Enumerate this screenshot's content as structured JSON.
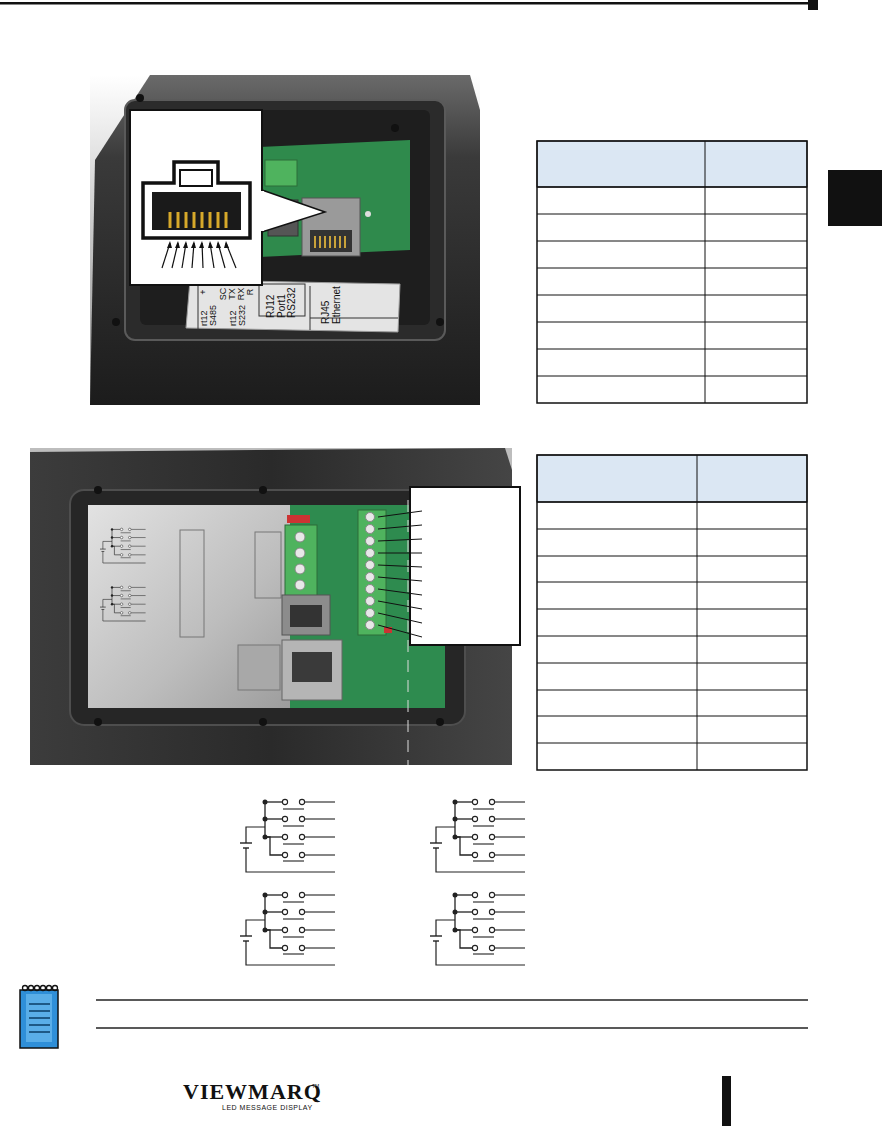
{
  "diagram": {
    "labels": [
      "RJ12 Port1 RS232",
      "RJ45 Ethernet",
      "rt12 S485",
      "rt12 S232",
      "+",
      "SC",
      "TX",
      "RX",
      "R",
      "VIEWMARQ",
      "LED MESSAGE DISPLAY",
      "TM"
    ]
  }
}
